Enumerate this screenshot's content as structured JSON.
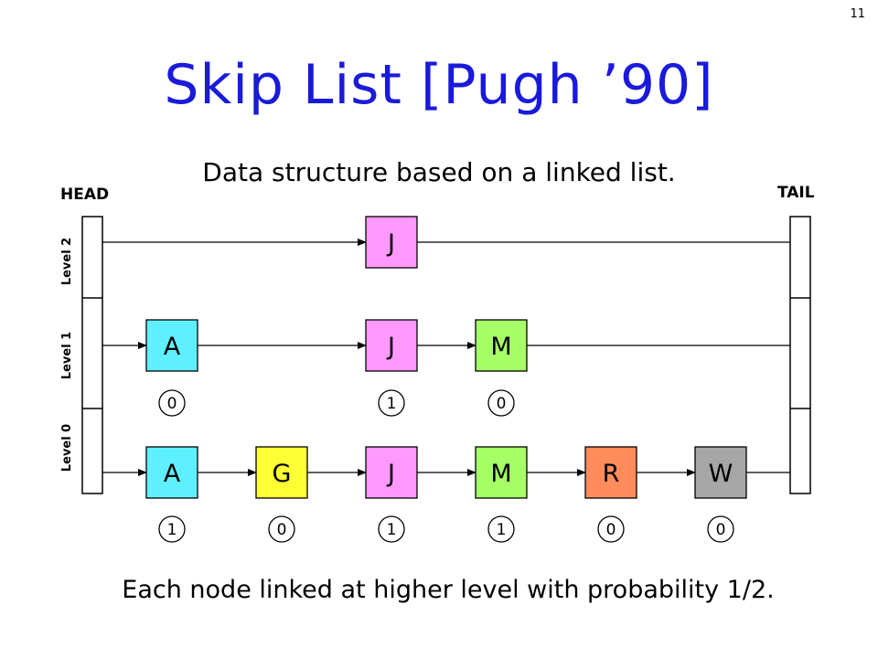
{
  "page_number": "11",
  "title": "Skip List [Pugh ’90]",
  "subtitle": "Data structure based on a linked list.",
  "caption": "Each node linked at higher level with probability 1/2.",
  "head_label": "HEAD",
  "tail_label": "TAIL",
  "levels": [
    {
      "label": "Level 2",
      "nodes": [
        "J"
      ]
    },
    {
      "label": "Level 1",
      "nodes": [
        "A",
        "J",
        "M"
      ],
      "coins": [
        "0",
        "1",
        "0"
      ]
    },
    {
      "label": "Level 0",
      "nodes": [
        "A",
        "G",
        "J",
        "M",
        "R",
        "W"
      ],
      "coins": [
        "1",
        "0",
        "1",
        "1",
        "0",
        "0"
      ]
    }
  ],
  "colors": {
    "title": "#1a1adb",
    "A": "#5ff0ff",
    "G": "#ffff33",
    "J": "#ff99ff",
    "M": "#a6ff66",
    "R": "#ff8c5a",
    "W": "#a6a6a6"
  }
}
